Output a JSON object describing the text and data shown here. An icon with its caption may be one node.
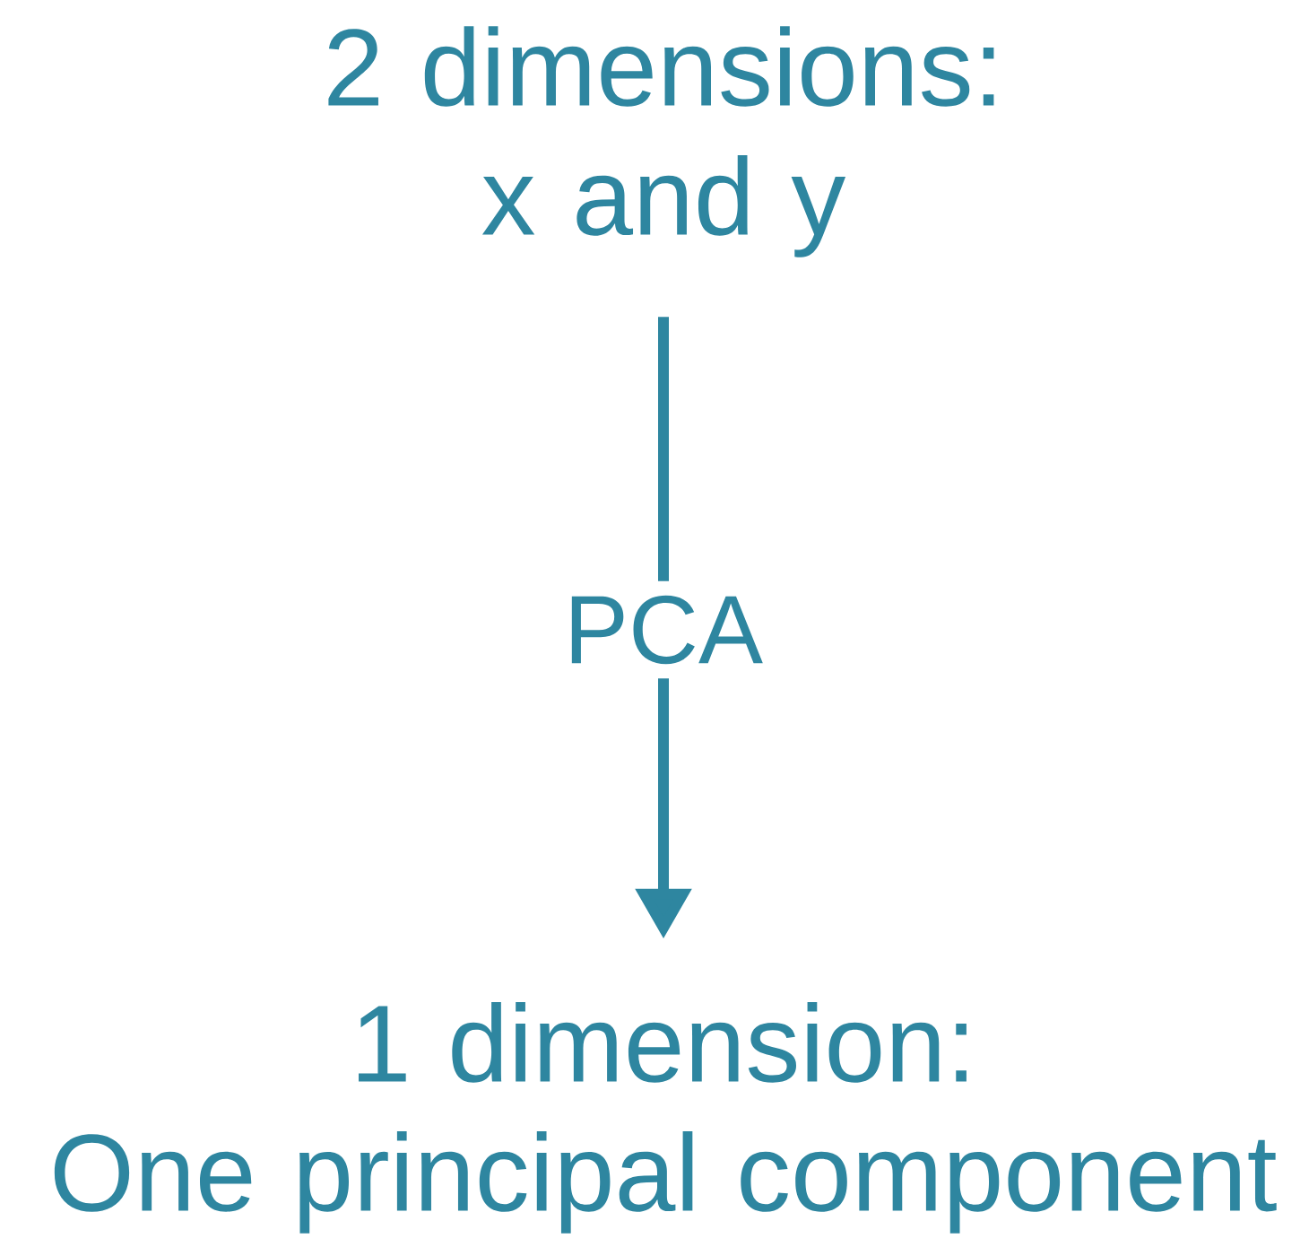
{
  "diagram": {
    "nodes": [
      {
        "text": [
          "2 dimensions:",
          "x and y"
        ]
      },
      {
        "text": [
          "1 dimension:",
          "One principal component"
        ]
      }
    ],
    "edges": [
      {
        "from": 0,
        "to": 1,
        "arrow": "to",
        "label": "PCA"
      }
    ]
  }
}
